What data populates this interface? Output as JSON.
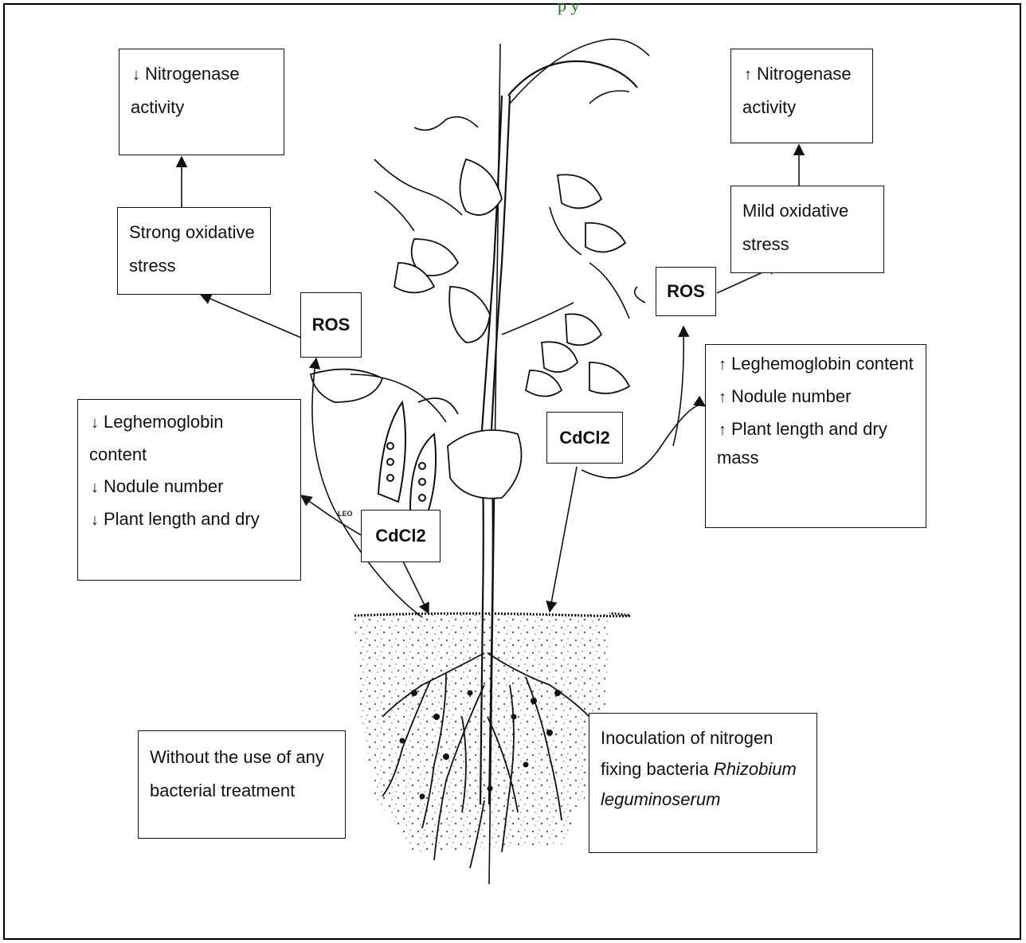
{
  "header": {
    "cropped_text": "p  y"
  },
  "left": {
    "nitrogenase": {
      "arrow": "↓",
      "line1": "Nitrogenase",
      "line2": "activity"
    },
    "oxidative": {
      "line1": "Strong oxidative",
      "line2": "stress"
    },
    "ros": "ROS",
    "effects": {
      "leghemoglobin": {
        "arrow": "↓",
        "line1": "Leghemoglobin",
        "line2": "content"
      },
      "nodule": {
        "arrow": "↓",
        "text": "Nodule number"
      },
      "plant": {
        "arrow": "↓",
        "text": "Plant length and dry"
      }
    },
    "cdcl2": "CdCl2",
    "treatment": {
      "line1": "Without the use of any",
      "line2": "bacterial treatment"
    }
  },
  "right": {
    "nitrogenase": {
      "arrow": "↑",
      "line1": "Nitrogenase",
      "line2": "activity"
    },
    "oxidative": {
      "line1": "Mild oxidative",
      "line2": "stress"
    },
    "ros": "ROS",
    "effects": {
      "leghemoglobin": {
        "arrow": "↑",
        "text": "Leghemoglobin content"
      },
      "nodule": {
        "arrow": "↑",
        "text": "Nodule number"
      },
      "plant": {
        "arrow": "↑",
        "line1": "Plant length and dry",
        "line2": "mass"
      }
    },
    "cdcl2": "CdCl2",
    "treatment": {
      "line1": "Inoculation of nitrogen",
      "line2_prefix": "fixing bacteria ",
      "line2_italic": "Rhizobium",
      "line3_italic": "leguminoserum"
    }
  },
  "colors": {
    "header_green": "#1a7a1a",
    "line": "#111111"
  },
  "illustration": {
    "subject": "pea-plant-drawing",
    "small_label": "LEO"
  }
}
